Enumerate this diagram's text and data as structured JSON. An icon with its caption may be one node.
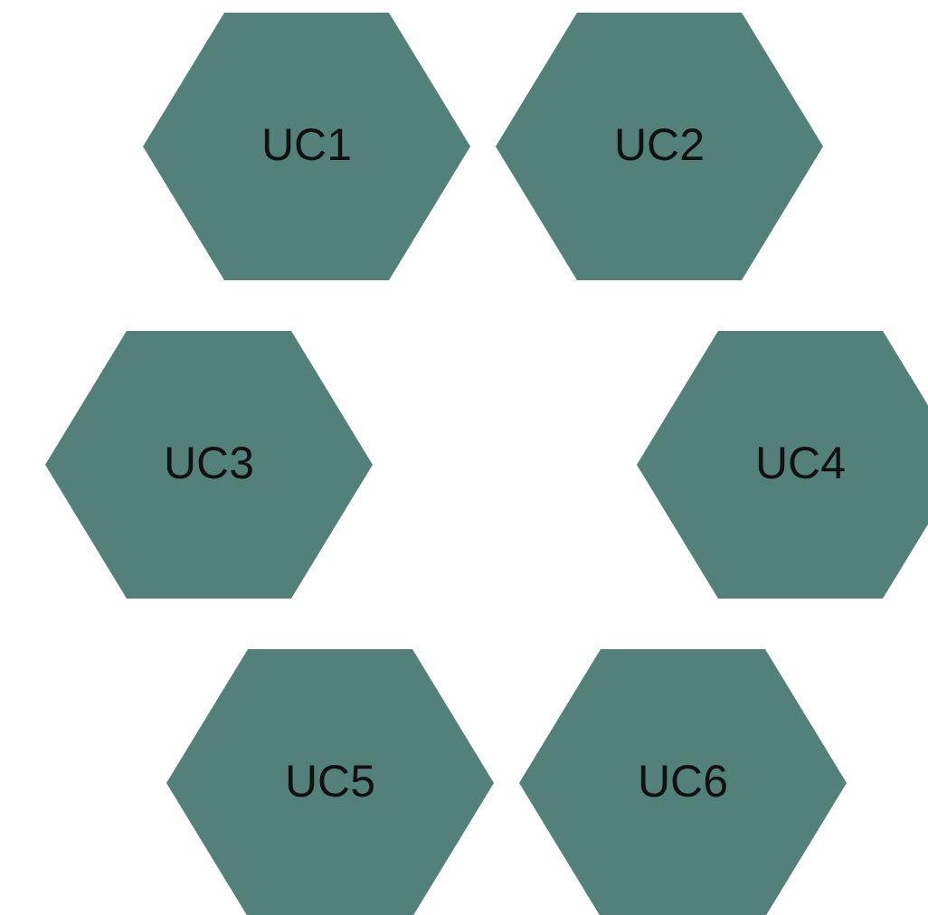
{
  "diagram": {
    "nodes": [
      {
        "text": [
          "UC1"
        ]
      },
      {
        "text": [
          "UC2"
        ]
      },
      {
        "text": [
          "UC3"
        ]
      },
      {
        "text": [
          "UC4"
        ]
      },
      {
        "text": [
          "UC5"
        ]
      },
      {
        "text": [
          "UC6"
        ]
      }
    ]
  }
}
